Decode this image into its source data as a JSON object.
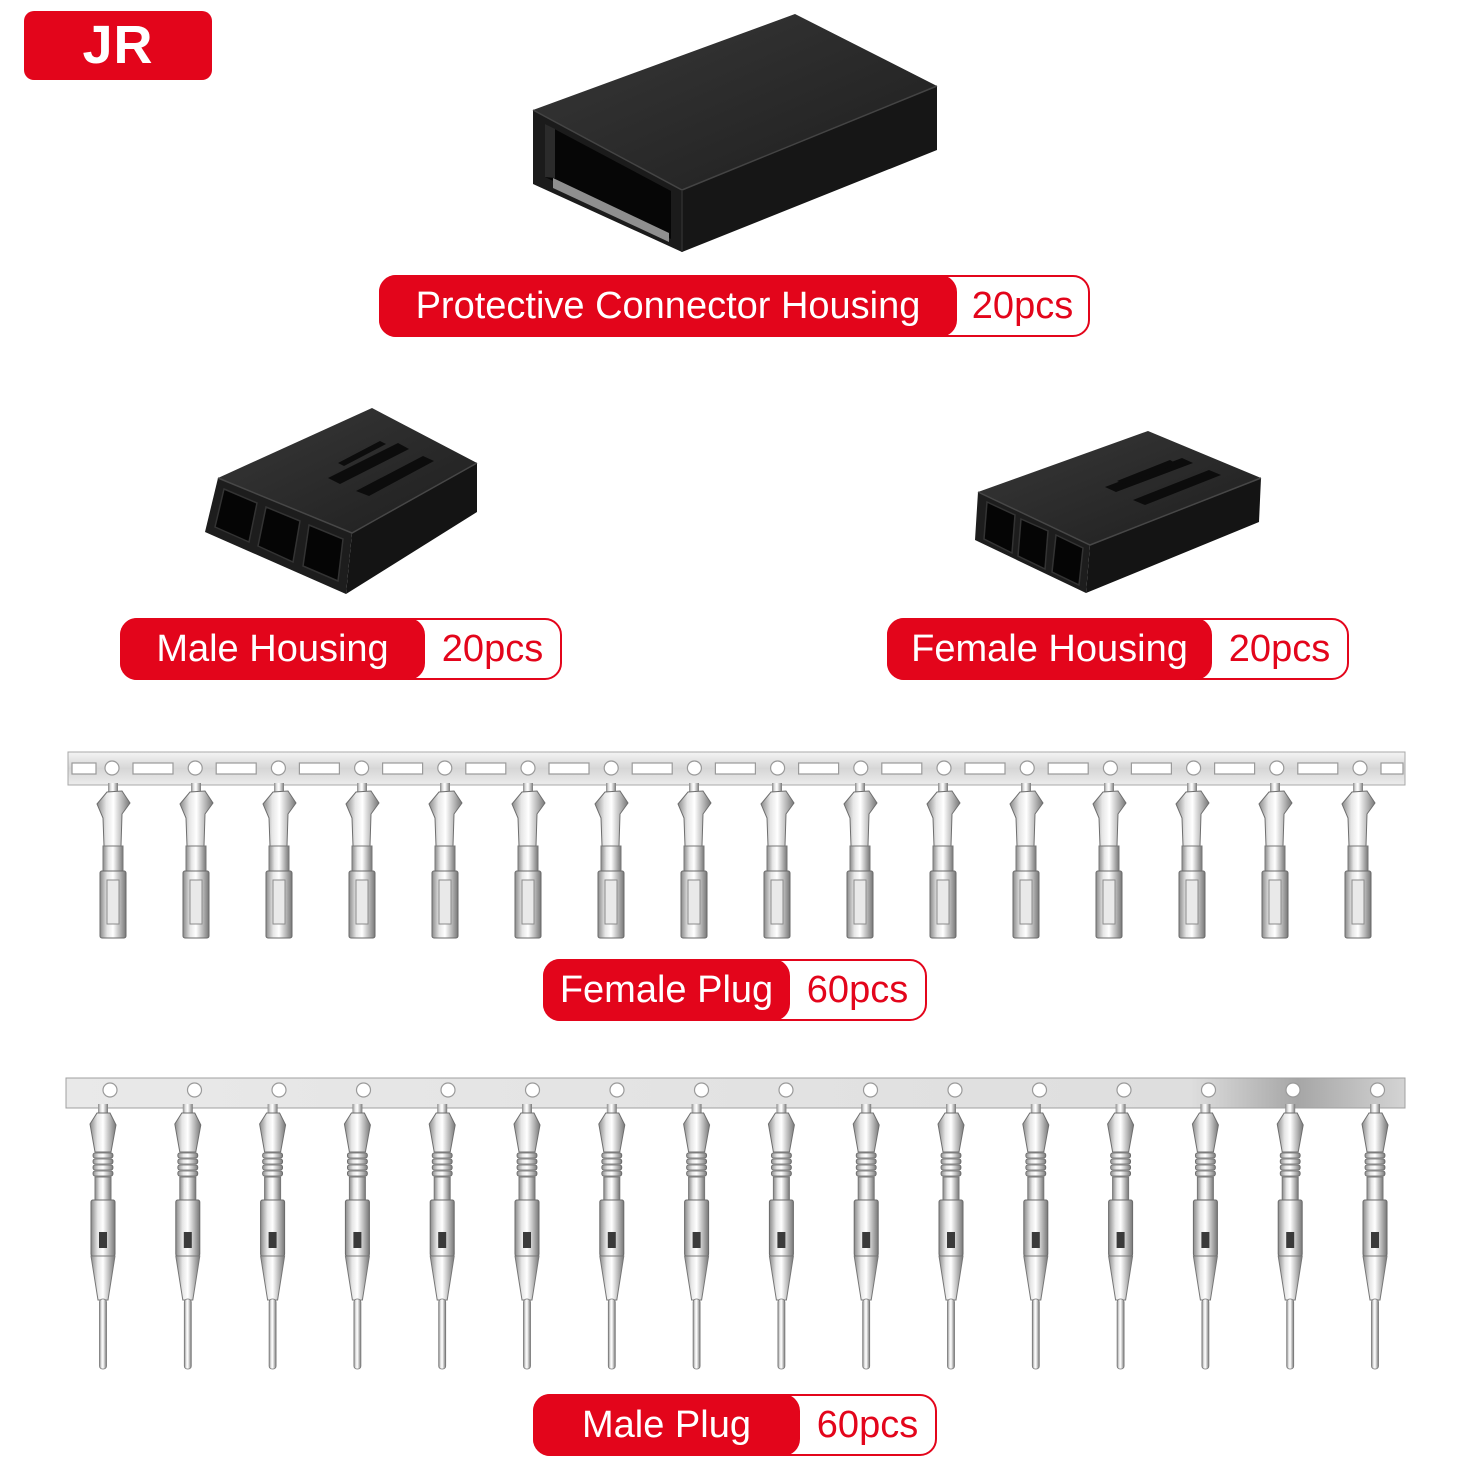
{
  "brand_badge": {
    "text": "JR"
  },
  "colors": {
    "accent": "#e3051b",
    "label_text": "#ffffff",
    "background": "#ffffff"
  },
  "items": {
    "protective_connector_housing": {
      "label": "Protective Connector Housing",
      "quantity": "20pcs"
    },
    "male_housing": {
      "label": "Male Housing",
      "quantity": "20pcs"
    },
    "female_housing": {
      "label": "Female Housing",
      "quantity": "20pcs"
    },
    "female_plug": {
      "label": "Female Plug",
      "quantity": "60pcs"
    },
    "male_plug": {
      "label": "Male Plug",
      "quantity": "60pcs"
    }
  }
}
